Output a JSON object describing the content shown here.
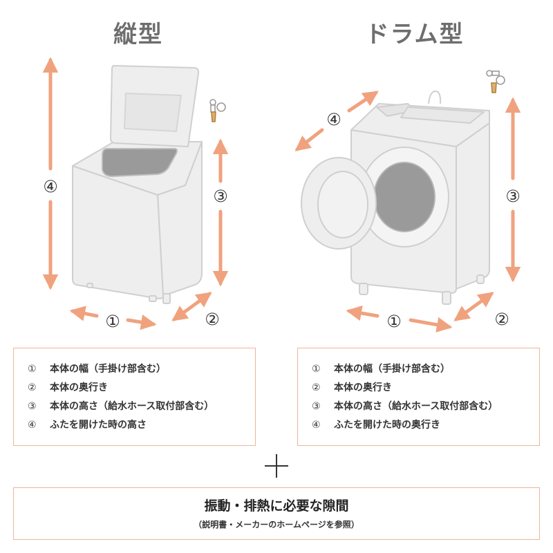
{
  "left": {
    "title": "縦型",
    "labels": {
      "width": "①",
      "depth": "②",
      "height": "③",
      "open_height": "④"
    },
    "legend": [
      {
        "num": "①",
        "text": "本体の幅（手掛け部含む）"
      },
      {
        "num": "②",
        "text": "本体の奥行き"
      },
      {
        "num": "③",
        "text": "本体の高さ（給水ホース取付部含む）"
      },
      {
        "num": "④",
        "text": "ふたを開けた時の高さ"
      }
    ]
  },
  "right": {
    "title": "ドラム型",
    "labels": {
      "width": "①",
      "depth": "②",
      "height": "③",
      "open_depth": "④"
    },
    "legend": [
      {
        "num": "①",
        "text": "本体の幅（手掛け部含む）"
      },
      {
        "num": "②",
        "text": "本体の奥行き"
      },
      {
        "num": "③",
        "text": "本体の高さ（給水ホース取付部含む）"
      },
      {
        "num": "④",
        "text": "ふたを開けた時の奥行き"
      }
    ]
  },
  "note": {
    "main": "振動・排熱に必要な隙間",
    "sub": "（説明書・メーカーのホームページを参照）"
  },
  "colors": {
    "arrow": "#f0a27e",
    "box_border": "#f0b49a",
    "machine_fill": "#eeeeee",
    "machine_stroke": "#cfcfcf",
    "tub": "#9a9a9a"
  }
}
